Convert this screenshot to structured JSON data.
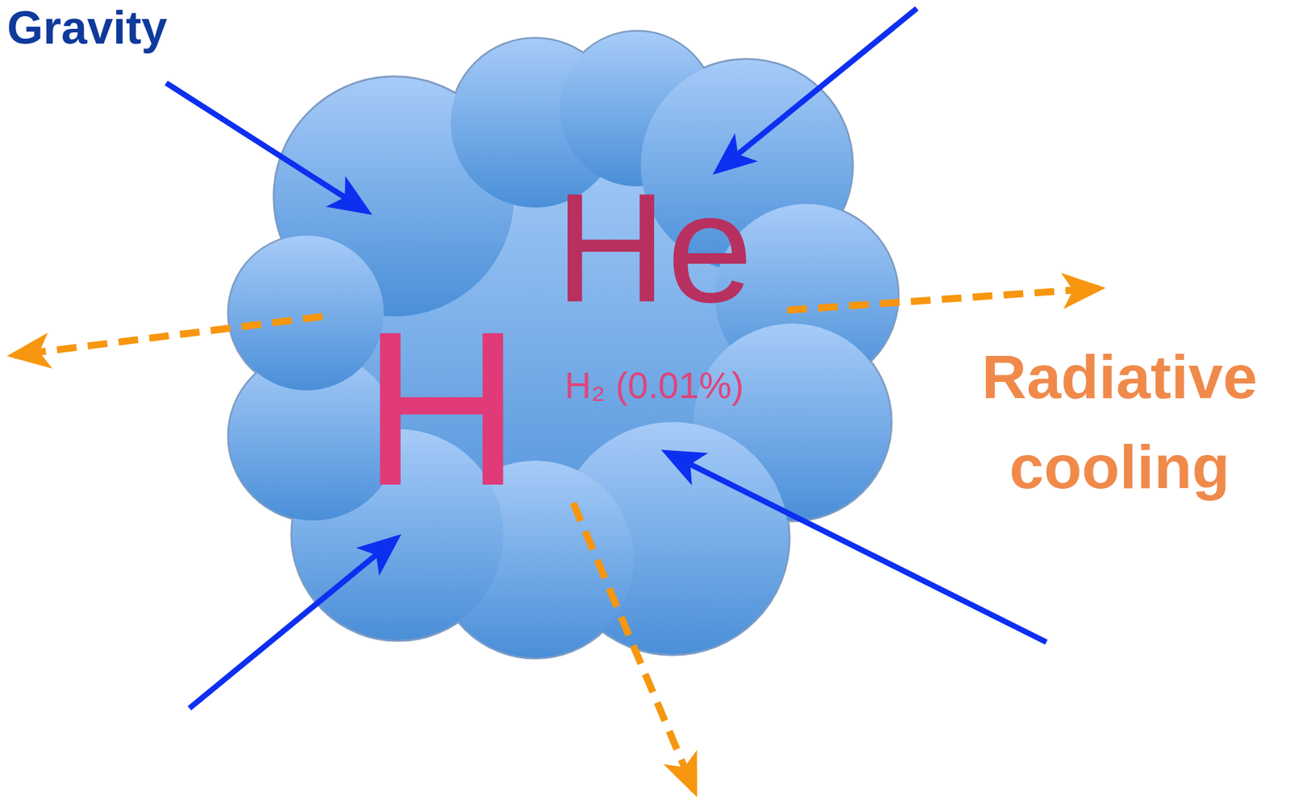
{
  "diagram": {
    "nodes": [
      {
        "text": [
          "He",
          "H",
          "H₂ (0.01%)"
        ]
      }
    ],
    "labels": [
      "Gravity",
      "Radiative cooling"
    ]
  }
}
